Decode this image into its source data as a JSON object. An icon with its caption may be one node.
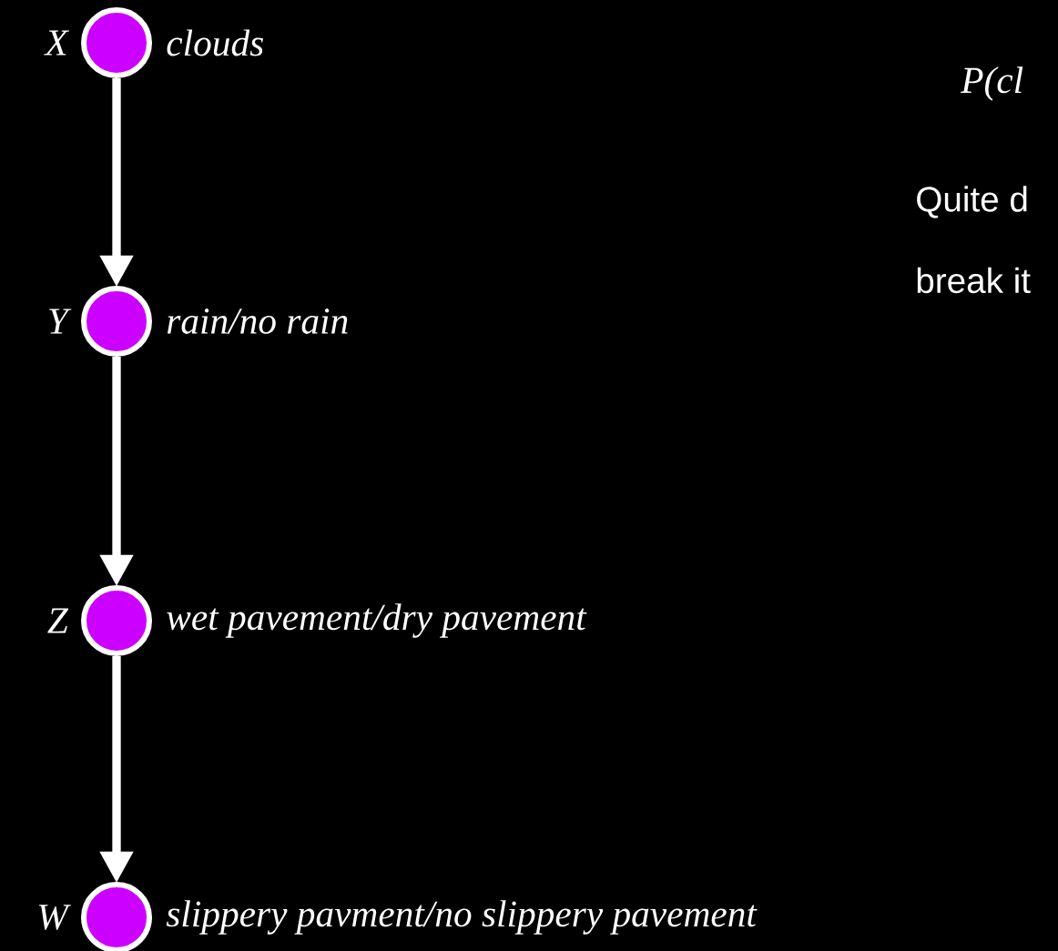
{
  "diagram": {
    "nodes": [
      {
        "text": [],
        "shape": "circle",
        "beside": [
          "X",
          "clouds"
        ]
      },
      {
        "text": [],
        "shape": "circle",
        "beside": [
          "Y",
          "rain/no rain"
        ]
      },
      {
        "text": [],
        "shape": "circle",
        "beside": [
          "Z",
          "wet pavement/dry pavement"
        ]
      },
      {
        "text": [],
        "shape": "circle",
        "beside": [
          "W",
          "slippery pavment/no slippery pavement"
        ]
      }
    ],
    "edges": [
      {
        "from": 0,
        "to": 1,
        "arrow": "to"
      },
      {
        "from": 1,
        "to": 2,
        "arrow": "to"
      },
      {
        "from": 2,
        "to": 3,
        "arrow": "to"
      }
    ],
    "labels": [
      "P(cl",
      "Quite d",
      "break it"
    ]
  }
}
